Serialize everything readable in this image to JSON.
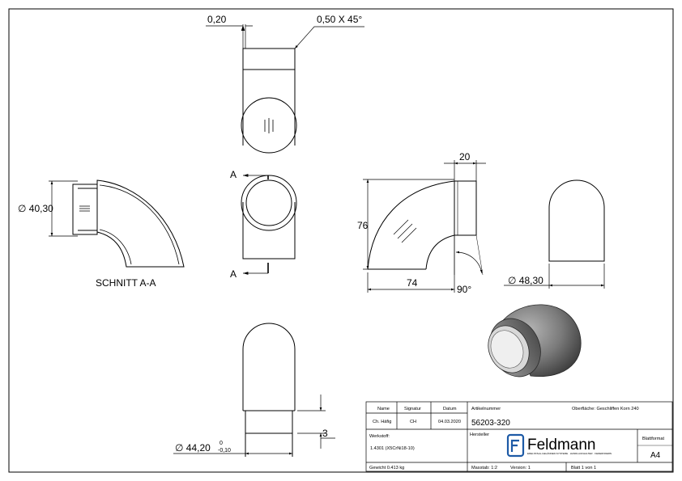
{
  "dimensions": {
    "chamfer_width": "0,20",
    "chamfer": "0,50 X 45°",
    "section_diameter": "∅ 40,30",
    "section_label": "A",
    "section_caption": "SCHNITT A-A",
    "length_20": "20",
    "height_76": "76",
    "length_74": "74",
    "angle": "90°",
    "outer_diameter": "∅ 48,30",
    "step_3": "3",
    "spigot_diameter": "∅ 44,20",
    "tol_upper": "0",
    "tol_lower": "-0,10"
  },
  "title_block": {
    "name_header": "Name",
    "signature_header": "Signatur",
    "date_header": "Datum",
    "part_number_label": "Artikelnummer",
    "surface_label": "Oberfläche: Geschliffen Korn 240",
    "drawn_by": "Ch. Häfig",
    "signature": "CH",
    "date": "04.03.2020",
    "part_number": "56203-320",
    "material_label": "Werkstoff:",
    "manufacturer_label": "Hersteller",
    "sheet_format_label": "Blattformat",
    "material": "1.4301 (X5CrNi18-10)",
    "sheet_format": "A4",
    "weight": "Gewicht 0.413 kg",
    "scale": "Masstab: 1:2",
    "version": "Version: 1",
    "sheet": "Blatt 1 von 1",
    "brand": "Feldmann",
    "slogan": "EDELSTAHL-GELÄNDER-SYSTEME · HANDLAUFHALTER · FEDERNDERN"
  },
  "icons": {
    "logo": "feldmann-logo-icon",
    "diameter": "diameter-symbol"
  }
}
